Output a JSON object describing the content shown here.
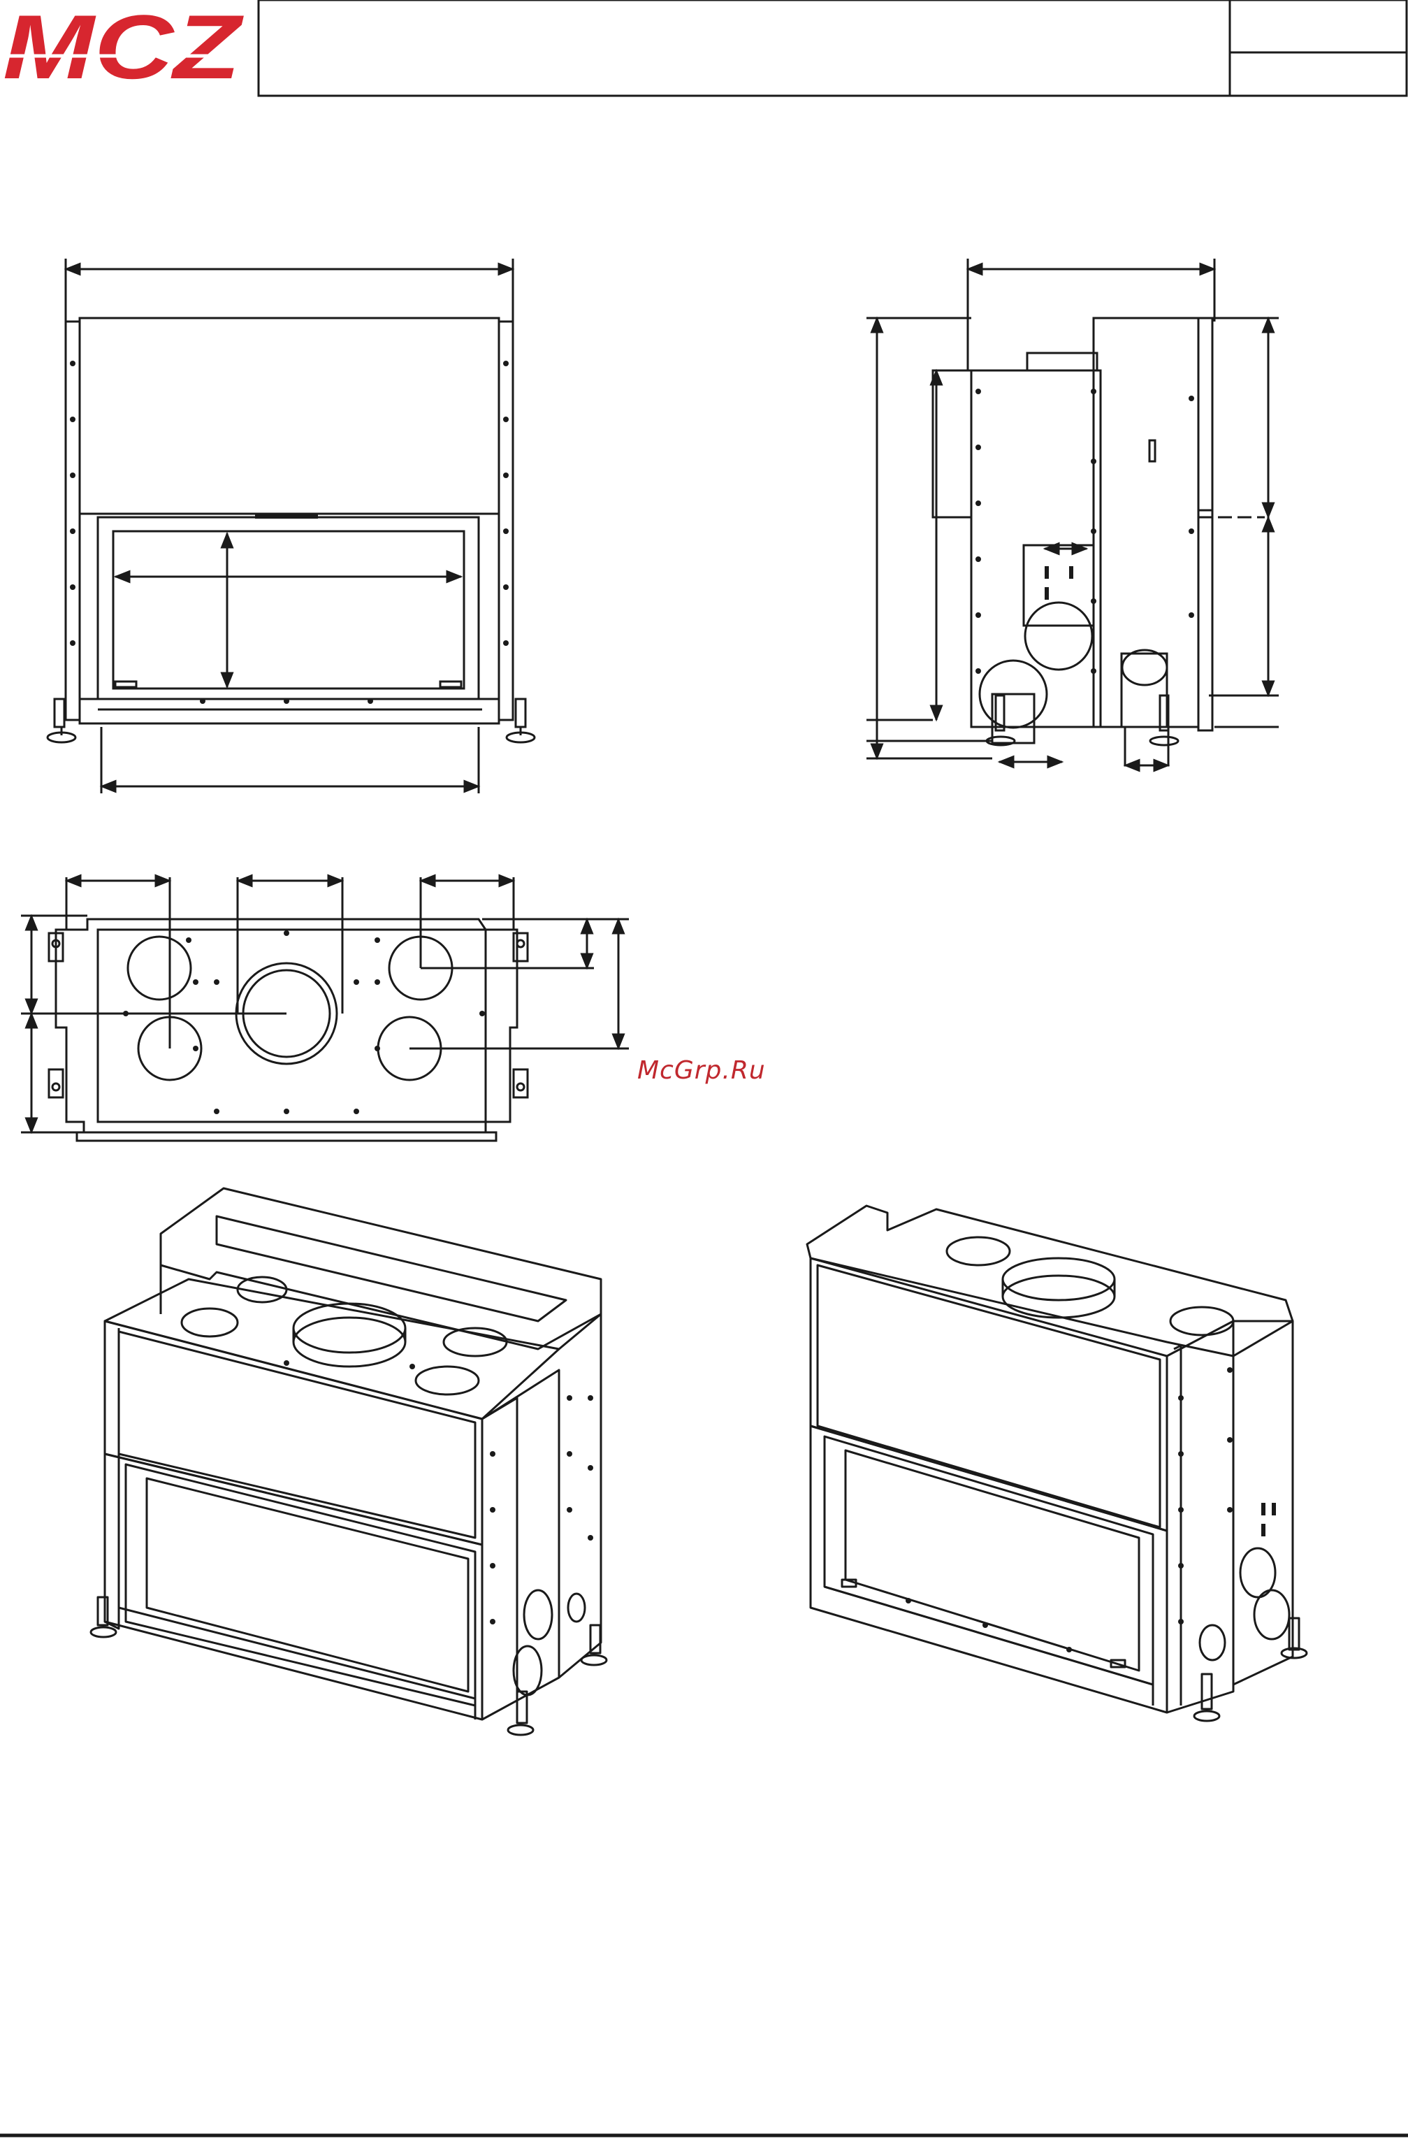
{
  "header": {
    "logo_text": "MCZ",
    "title": "",
    "code": "",
    "revision": ""
  },
  "watermark": {
    "text": "McGrp.Ru",
    "color": "#c0282e"
  },
  "colors": {
    "brand": "#d7262f",
    "ink": "#1a1a1a",
    "paper": "#ffffff"
  },
  "views": [
    {
      "id": "front",
      "label": ""
    },
    {
      "id": "side",
      "label": ""
    },
    {
      "id": "top",
      "label": ""
    },
    {
      "id": "iso-front",
      "label": ""
    },
    {
      "id": "iso-back",
      "label": ""
    }
  ]
}
